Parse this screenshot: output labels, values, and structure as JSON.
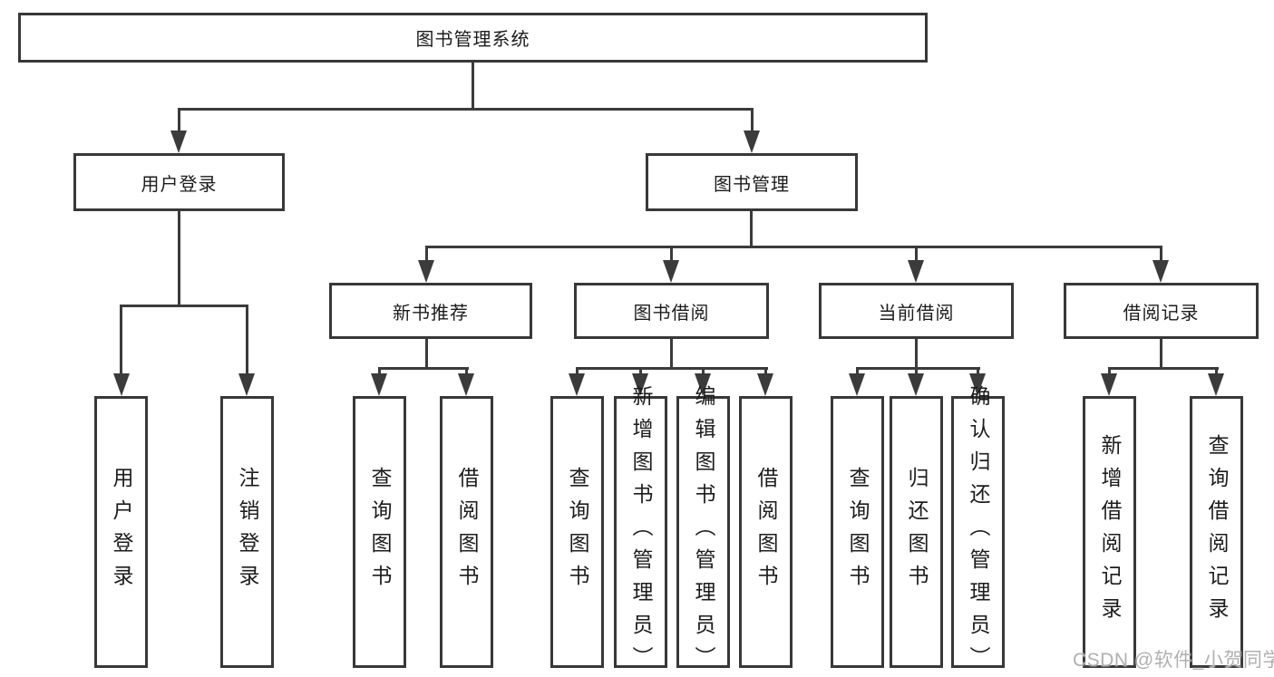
{
  "diagram": {
    "root": "图书管理系统",
    "level2": [
      "用户登录",
      "图书管理"
    ],
    "level3": [
      "新书推荐",
      "图书借阅",
      "当前借阅",
      "借阅记录"
    ],
    "groups": [
      {
        "parent": "用户登录",
        "children": [
          "用户登录",
          "注销登录"
        ]
      },
      {
        "parent": "新书推荐",
        "children": [
          "查询图书",
          "借阅图书"
        ]
      },
      {
        "parent": "图书借阅",
        "children": [
          "查询图书",
          "新增图书（管理员）",
          "编辑图书（管理员）",
          "借阅图书"
        ]
      },
      {
        "parent": "当前借阅",
        "children": [
          "查询图书",
          "归还图书",
          "确认归还（管理员）"
        ]
      },
      {
        "parent": "借阅记录",
        "children": [
          "新增借阅记录",
          "查询借阅记录"
        ]
      }
    ]
  },
  "colors": {
    "line": "#3b3b3b",
    "box_border": "#383838",
    "text": "#1c1c1c",
    "watermark": "#b0b0b0"
  },
  "watermark": "CSDN @软件_小贺同学"
}
